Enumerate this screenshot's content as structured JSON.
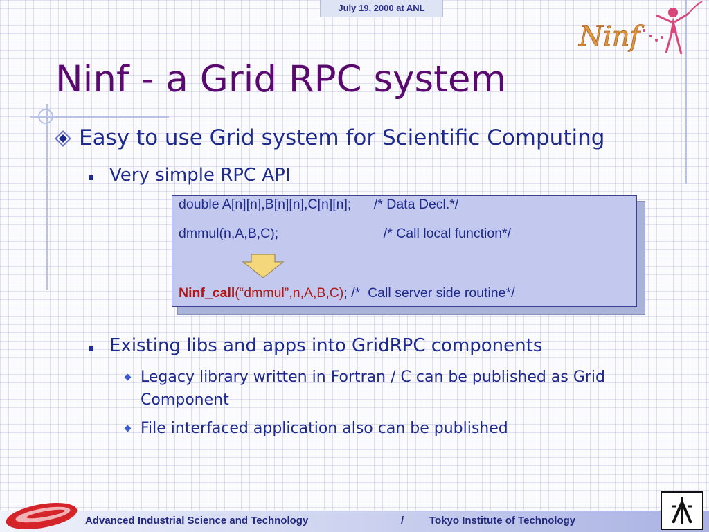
{
  "header": {
    "date": "July 19, 2000 at ANL"
  },
  "logo": {
    "text": "Ninf"
  },
  "slide": {
    "title": "Ninf - a Grid RPC system",
    "bullet1": "Easy to use Grid system for Scientific Computing",
    "bullet1_sub1": "Very simple RPC API",
    "code": {
      "line1": "double A[n][n],B[n][n],C[n][n];      /* Data Decl.*/",
      "line2": "dmmul(n,A,B,C);                            /* Call local function*/",
      "line3_fn": "Ninf_call",
      "line3_args": "(“dmmul”,n,A,B,C)",
      "line3_rest": "; /*  Call server side routine*/"
    },
    "bullet1_sub2": "Existing libs and apps into GridRPC components",
    "sub2_items": [
      "Legacy library written in Fortran / C can be published as Grid Component",
      "File interfaced application also can be published"
    ]
  },
  "footer": {
    "left": "Advanced Industrial Science and Technology",
    "separator": "/",
    "right": "Tokyo Institute of Technology"
  },
  "colors": {
    "title": "#5a0a6e",
    "body_text": "#1e2a8c",
    "code_bg": "#c3c8ee",
    "highlight_red": "#b01818",
    "arrow_fill": "#f3d77a"
  },
  "icons": {
    "level1_bullet": "diamond-bullet-icon",
    "level2_bullet": "square-bullet-icon",
    "level3_bullet": "small-diamond-bullet-icon",
    "flow_arrow": "down-arrow-icon"
  }
}
